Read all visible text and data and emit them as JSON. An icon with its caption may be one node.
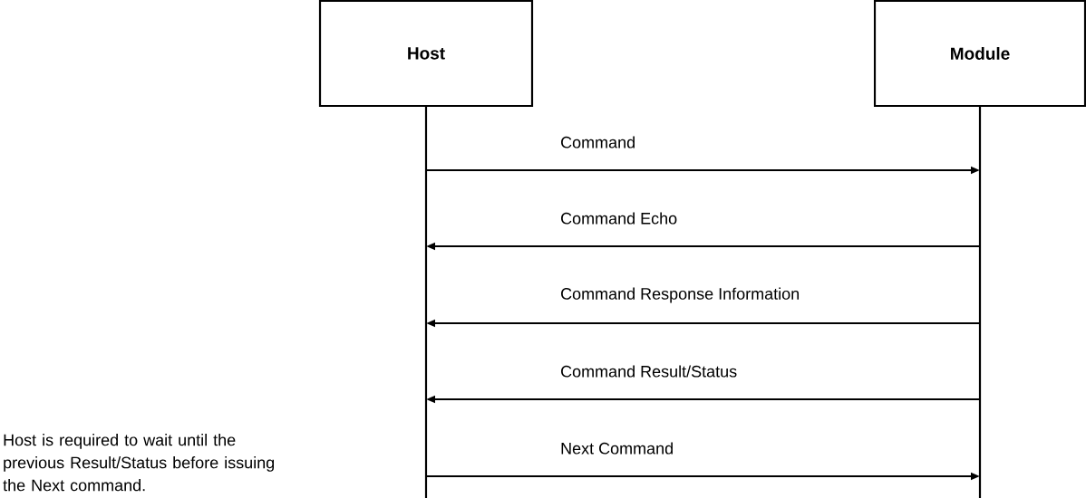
{
  "diagram": {
    "nodes": [
      {
        "text": [
          "Host"
        ]
      },
      {
        "text": [
          "Module"
        ]
      }
    ],
    "edges": [
      {
        "from": 0,
        "to": 1,
        "arrow": "to",
        "label": "Command"
      },
      {
        "from": 1,
        "to": 0,
        "arrow": "to",
        "label": "Command Echo"
      },
      {
        "from": 1,
        "to": 0,
        "arrow": "to",
        "label": "Command Response Information"
      },
      {
        "from": 1,
        "to": 0,
        "arrow": "to",
        "label": "Command Result/Status"
      },
      {
        "from": 0,
        "to": 1,
        "arrow": "to",
        "label": "Next Command"
      }
    ],
    "labels": [
      "Host is required to wait until the previous Result/Status before issuing the Next command."
    ]
  }
}
